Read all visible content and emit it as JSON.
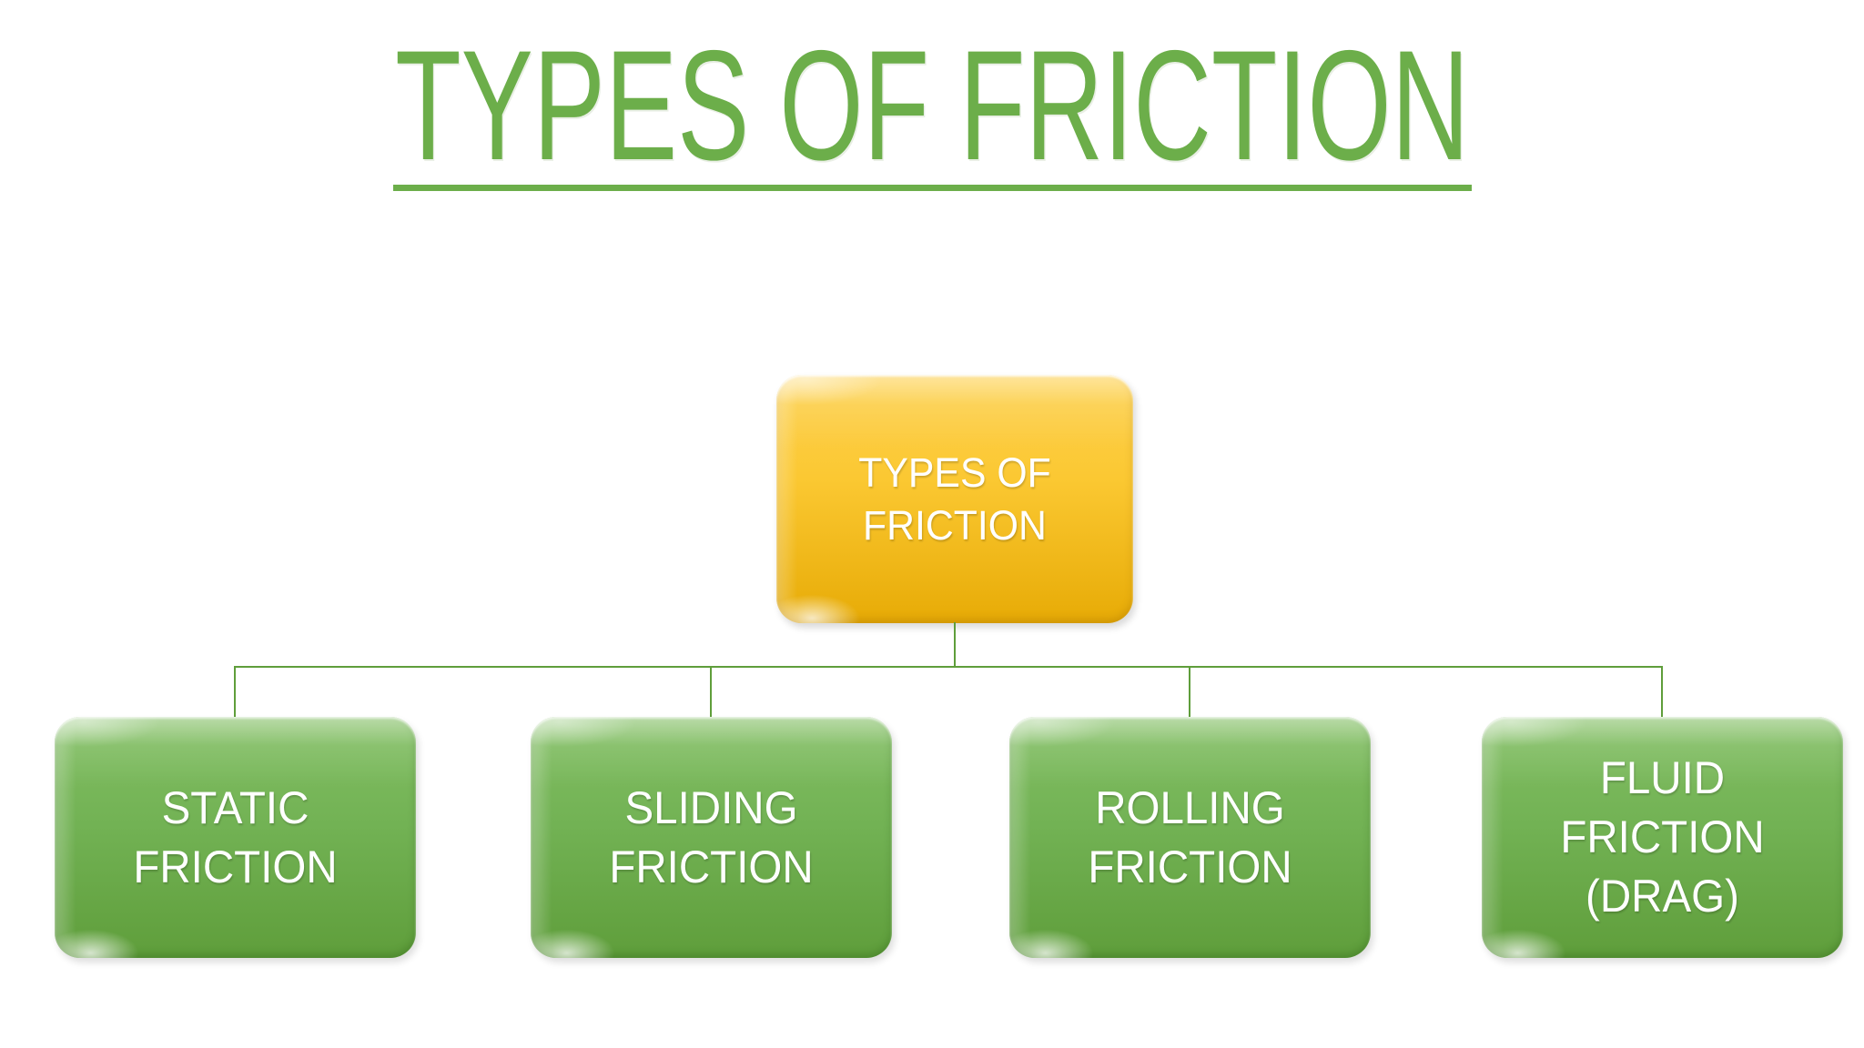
{
  "slide": {
    "title": "TYPES OF FRICTION"
  },
  "diagram": {
    "root": {
      "label": "TYPES OF FRICTION"
    },
    "children": [
      {
        "label": "STATIC FRICTION"
      },
      {
        "label": "SLIDING FRICTION"
      },
      {
        "label": "ROLLING FRICTION"
      },
      {
        "label": "FLUID FRICTION (DRAG)"
      }
    ]
  },
  "colors": {
    "background": "#ffffff",
    "title_green": "#6cae4a",
    "underline_green": "#6cae4a",
    "connector_green": "#5f9e3b",
    "root_top": "#fdd14f",
    "root_mid": "#fbc832",
    "root_bottom": "#e7ab06",
    "child_top": "#82bf63",
    "child_mid": "#72b254",
    "child_bottom": "#5f9e3b",
    "label_white": "#ffffff"
  }
}
